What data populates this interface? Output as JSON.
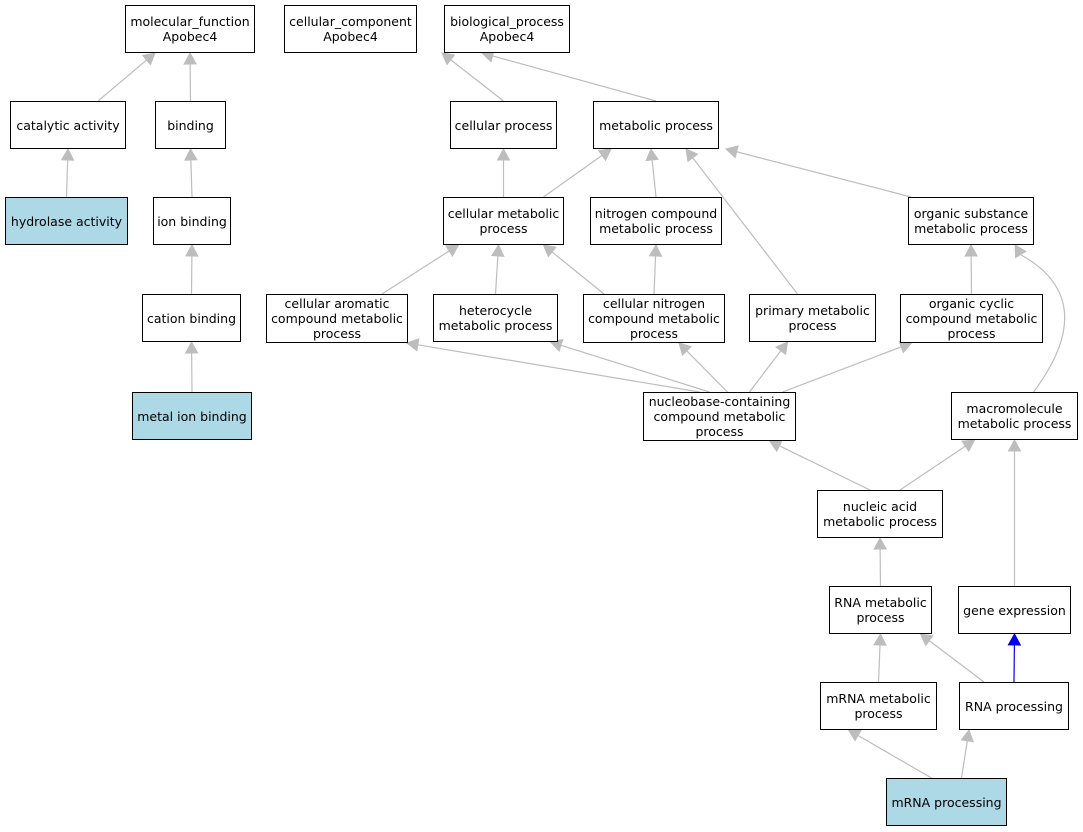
{
  "colors": {
    "edge": "#bdbdbd",
    "edge_special": "#0000ee",
    "highlight": "#add8e6",
    "border": "#000000"
  },
  "nodes": {
    "mf_root": {
      "label": "molecular_function\nApobec4",
      "highlight": false
    },
    "cc_root": {
      "label": "cellular_component\nApobec4",
      "highlight": false
    },
    "bp_root": {
      "label": "biological_process\nApobec4",
      "highlight": false
    },
    "catalytic": {
      "label": "catalytic activity",
      "highlight": false
    },
    "binding": {
      "label": "binding",
      "highlight": false
    },
    "cellular_process": {
      "label": "cellular process",
      "highlight": false
    },
    "metabolic_process": {
      "label": "metabolic process",
      "highlight": false
    },
    "hydrolase": {
      "label": "hydrolase activity",
      "highlight": true
    },
    "ion_binding": {
      "label": "ion binding",
      "highlight": false
    },
    "cell_metab": {
      "label": "cellular metabolic\nprocess",
      "highlight": false
    },
    "nitro_metab": {
      "label": "nitrogen compound\nmetabolic process",
      "highlight": false
    },
    "org_sub": {
      "label": "organic substance\nmetabolic process",
      "highlight": false
    },
    "cation": {
      "label": "cation binding",
      "highlight": false
    },
    "cell_arom": {
      "label": "cellular aromatic\ncompound metabolic\nprocess",
      "highlight": false
    },
    "hetero": {
      "label": "heterocycle\nmetabolic process",
      "highlight": false
    },
    "cell_nitro": {
      "label": "cellular nitrogen\ncompound metabolic\nprocess",
      "highlight": false
    },
    "primary": {
      "label": "primary metabolic\nprocess",
      "highlight": false
    },
    "org_cyc": {
      "label": "organic cyclic\ncompound metabolic\nprocess",
      "highlight": false
    },
    "metal_ion": {
      "label": "metal ion binding",
      "highlight": true
    },
    "nucleobase": {
      "label": "nucleobase-containing\ncompound metabolic\nprocess",
      "highlight": false
    },
    "macro": {
      "label": "macromolecule\nmetabolic process",
      "highlight": false
    },
    "nucleic": {
      "label": "nucleic acid\nmetabolic process",
      "highlight": false
    },
    "rna_metab": {
      "label": "RNA metabolic\nprocess",
      "highlight": false
    },
    "gene_expr": {
      "label": "gene expression",
      "highlight": false
    },
    "mrna_metab": {
      "label": "mRNA metabolic\nprocess",
      "highlight": false
    },
    "rna_proc": {
      "label": "RNA processing",
      "highlight": false
    },
    "mrna_proc": {
      "label": "mRNA processing",
      "highlight": true
    }
  },
  "edges": [
    {
      "from": "catalytic",
      "to": "mf_root"
    },
    {
      "from": "binding",
      "to": "mf_root"
    },
    {
      "from": "hydrolase",
      "to": "catalytic"
    },
    {
      "from": "ion_binding",
      "to": "binding"
    },
    {
      "from": "cation",
      "to": "ion_binding"
    },
    {
      "from": "metal_ion",
      "to": "cation"
    },
    {
      "from": "cellular_process",
      "to": "bp_root"
    },
    {
      "from": "metabolic_process",
      "to": "bp_root"
    },
    {
      "from": "cell_metab",
      "to": "cellular_process"
    },
    {
      "from": "cell_metab",
      "to": "metabolic_process"
    },
    {
      "from": "nitro_metab",
      "to": "metabolic_process"
    },
    {
      "from": "primary",
      "to": "metabolic_process"
    },
    {
      "from": "org_sub",
      "to": "metabolic_process"
    },
    {
      "from": "cell_arom",
      "to": "cell_metab"
    },
    {
      "from": "hetero",
      "to": "cell_metab"
    },
    {
      "from": "cell_nitro",
      "to": "cell_metab"
    },
    {
      "from": "cell_nitro",
      "to": "nitro_metab"
    },
    {
      "from": "org_cyc",
      "to": "org_sub"
    },
    {
      "from": "macro",
      "to": "org_sub"
    },
    {
      "from": "nucleobase",
      "to": "cell_arom"
    },
    {
      "from": "nucleobase",
      "to": "hetero"
    },
    {
      "from": "nucleobase",
      "to": "cell_nitro"
    },
    {
      "from": "nucleobase",
      "to": "primary"
    },
    {
      "from": "nucleobase",
      "to": "org_cyc"
    },
    {
      "from": "nucleic",
      "to": "nucleobase"
    },
    {
      "from": "nucleic",
      "to": "macro"
    },
    {
      "from": "gene_expr",
      "to": "macro"
    },
    {
      "from": "rna_metab",
      "to": "nucleic"
    },
    {
      "from": "mrna_metab",
      "to": "rna_metab"
    },
    {
      "from": "rna_proc",
      "to": "rna_metab"
    },
    {
      "from": "rna_proc",
      "to": "gene_expr",
      "special": true
    },
    {
      "from": "mrna_proc",
      "to": "mrna_metab"
    },
    {
      "from": "mrna_proc",
      "to": "rna_proc"
    }
  ]
}
